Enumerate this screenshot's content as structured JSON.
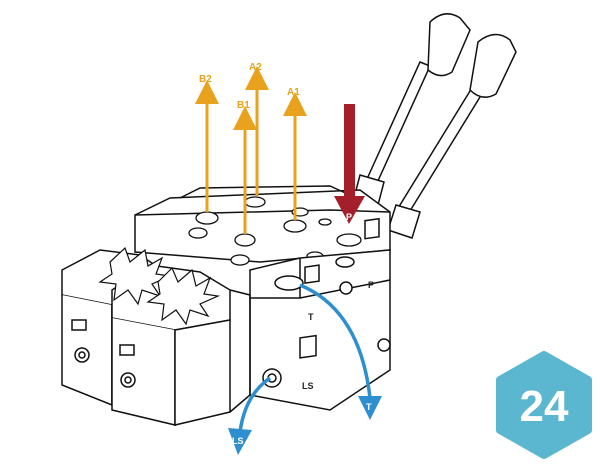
{
  "ports": {
    "b2": "B2",
    "a2": "A2",
    "b1": "B1",
    "a1": "A1",
    "p": "P",
    "t": "T",
    "ls": "LS"
  },
  "body_marks": {
    "t": "T",
    "p": "P",
    "ls": "LS"
  },
  "badge": {
    "number": "24"
  },
  "colors": {
    "work_port_arrow": "#e8a21e",
    "pressure_arrow": "#a3202a",
    "return_arrow": "#2e8fd0",
    "badge_fill": "#5bb7d0"
  }
}
